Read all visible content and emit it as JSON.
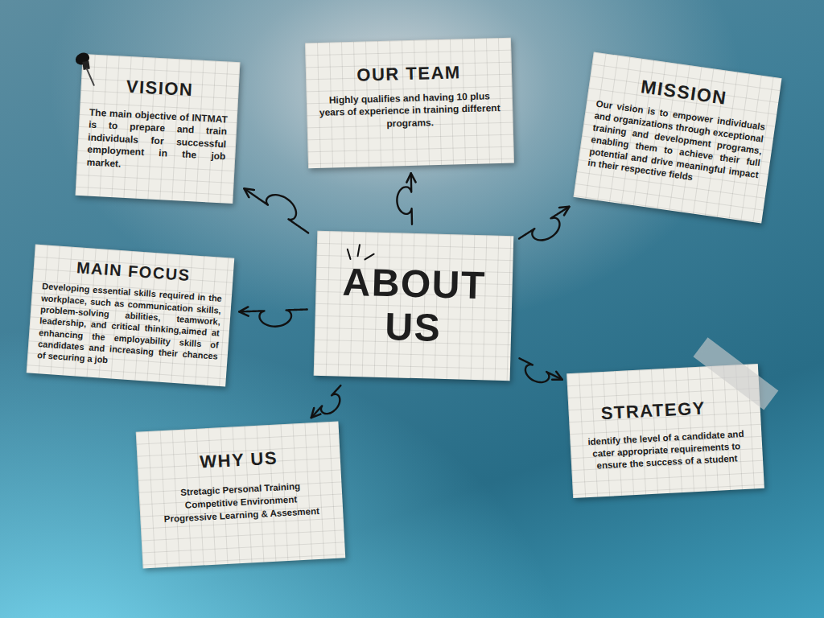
{
  "diagram": {
    "nodes": [
      {
        "text": [
          "VISION",
          "The main objective of INTMAT is to prepare and train individuals for successful employment in the job market."
        ]
      },
      {
        "text": [
          "OUR TEAM",
          "Highly qualifies and having 10 plus years of experience in training different programs."
        ]
      },
      {
        "text": [
          "MISSION",
          "Our vision is to empower individuals and organizations through exceptional training and development programs, enabling them to achieve their full potential and drive meaningful impact in their respective fields"
        ]
      },
      {
        "text": [
          "MAIN FOCUS",
          "Developing essential skills required in the workplace, such as communication skills, problem-solving abilities, teamwork, leadership, and critical thinking,aimed at enhancing the employability skills of candidates and increasing their chances of securing a job"
        ]
      },
      {
        "text": [
          "ABOUT US"
        ]
      },
      {
        "text": [
          "STRATEGY",
          "identify the level of a candidate and cater appropriate requirements to ensure the success of a student"
        ]
      },
      {
        "text": [
          "WHY US",
          "Stretagic Personal Training",
          "Competitive Environment",
          "Progressive Learning & Assesment"
        ]
      }
    ],
    "edges": [
      {
        "from": 4,
        "to": 0,
        "arrow": "to"
      },
      {
        "from": 4,
        "to": 1,
        "arrow": "to"
      },
      {
        "from": 4,
        "to": 2,
        "arrow": "to"
      },
      {
        "from": 4,
        "to": 3,
        "arrow": "to"
      },
      {
        "from": 4,
        "to": 5,
        "arrow": "to"
      },
      {
        "from": 4,
        "to": 6,
        "arrow": "to"
      }
    ]
  }
}
